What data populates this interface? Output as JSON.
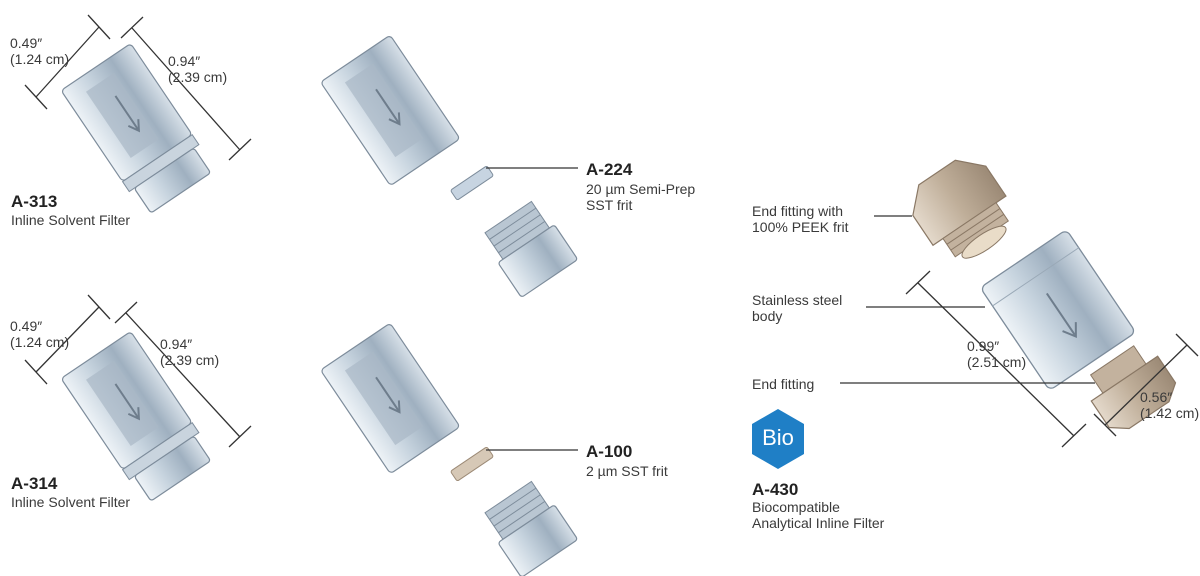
{
  "colors": {
    "steel_light": "#dfe7ee",
    "steel_mid": "#b6c4d1",
    "steel_dark": "#7d8c9b",
    "peek": "#c9bba9",
    "peek_dark": "#9c8a76",
    "badge_blue": "#1f7fc6"
  },
  "filters": [
    {
      "part_number": "A-313",
      "description": "Inline Solvent Filter",
      "dim_width": {
        "inch": "0.49″",
        "cm": "(1.24 cm)"
      },
      "dim_length": {
        "inch": "0.94″",
        "cm": "(2.39 cm)"
      }
    },
    {
      "part_number": "A-314",
      "description": "Inline Solvent Filter",
      "dim_width": {
        "inch": "0.49″",
        "cm": "(1.24 cm)"
      },
      "dim_length": {
        "inch": "0.94″",
        "cm": "(2.39 cm)"
      }
    }
  ],
  "frits": [
    {
      "part_number": "A-224",
      "line1": "20 µm Semi-Prep",
      "line2": "SST frit"
    },
    {
      "part_number": "A-100",
      "line1": "2 µm SST frit"
    }
  ],
  "bio_filter": {
    "labels": {
      "end_fitting_peek_1": "End fitting with",
      "end_fitting_peek_2": "100% PEEK frit",
      "body_1": "Stainless steel",
      "body_2": "body",
      "end_fitting": "End fitting"
    },
    "dim_length": {
      "inch": "0.99″",
      "cm": "(2.51 cm)"
    },
    "dim_end": {
      "inch": "0.56″",
      "cm": "(1.42 cm)"
    },
    "badge": {
      "text": "Bio",
      "icon": "hexagon-badge-icon"
    },
    "part_number": "A-430",
    "description_1": "Biocompatible",
    "description_2": "Analytical Inline Filter"
  }
}
